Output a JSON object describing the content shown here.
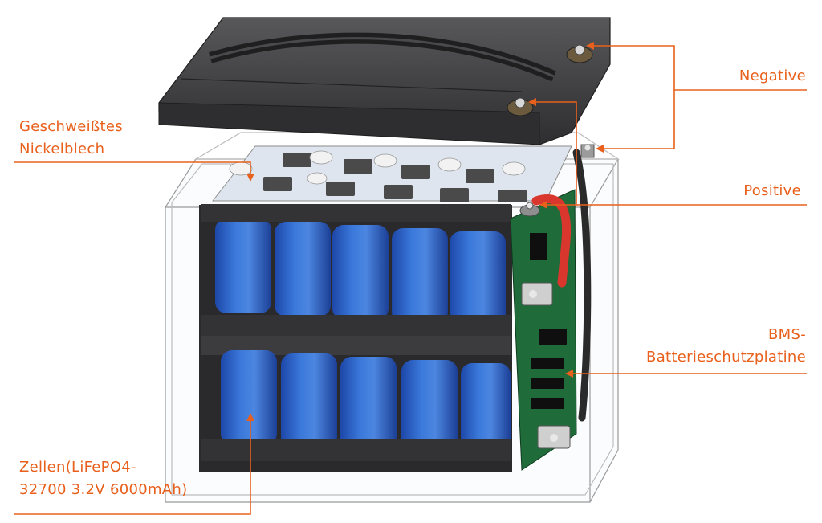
{
  "colors": {
    "accent": "#E8601C",
    "cell_blue": "#2F63C8",
    "lid_dark": "#3B3B3D",
    "pcb_green": "#1F6B3A",
    "cable_red": "#D9372E"
  },
  "labels": {
    "negative": "Negative",
    "positive": "Positive",
    "nickel_line1": "Geschweißtes",
    "nickel_line2": "Nickelblech",
    "bms_line1": "BMS-",
    "bms_line2": "Batterieschutzplatine",
    "cells_line1": "Zellen(LiFePO4-",
    "cells_line2": "32700 3.2V 6000mAh)"
  }
}
